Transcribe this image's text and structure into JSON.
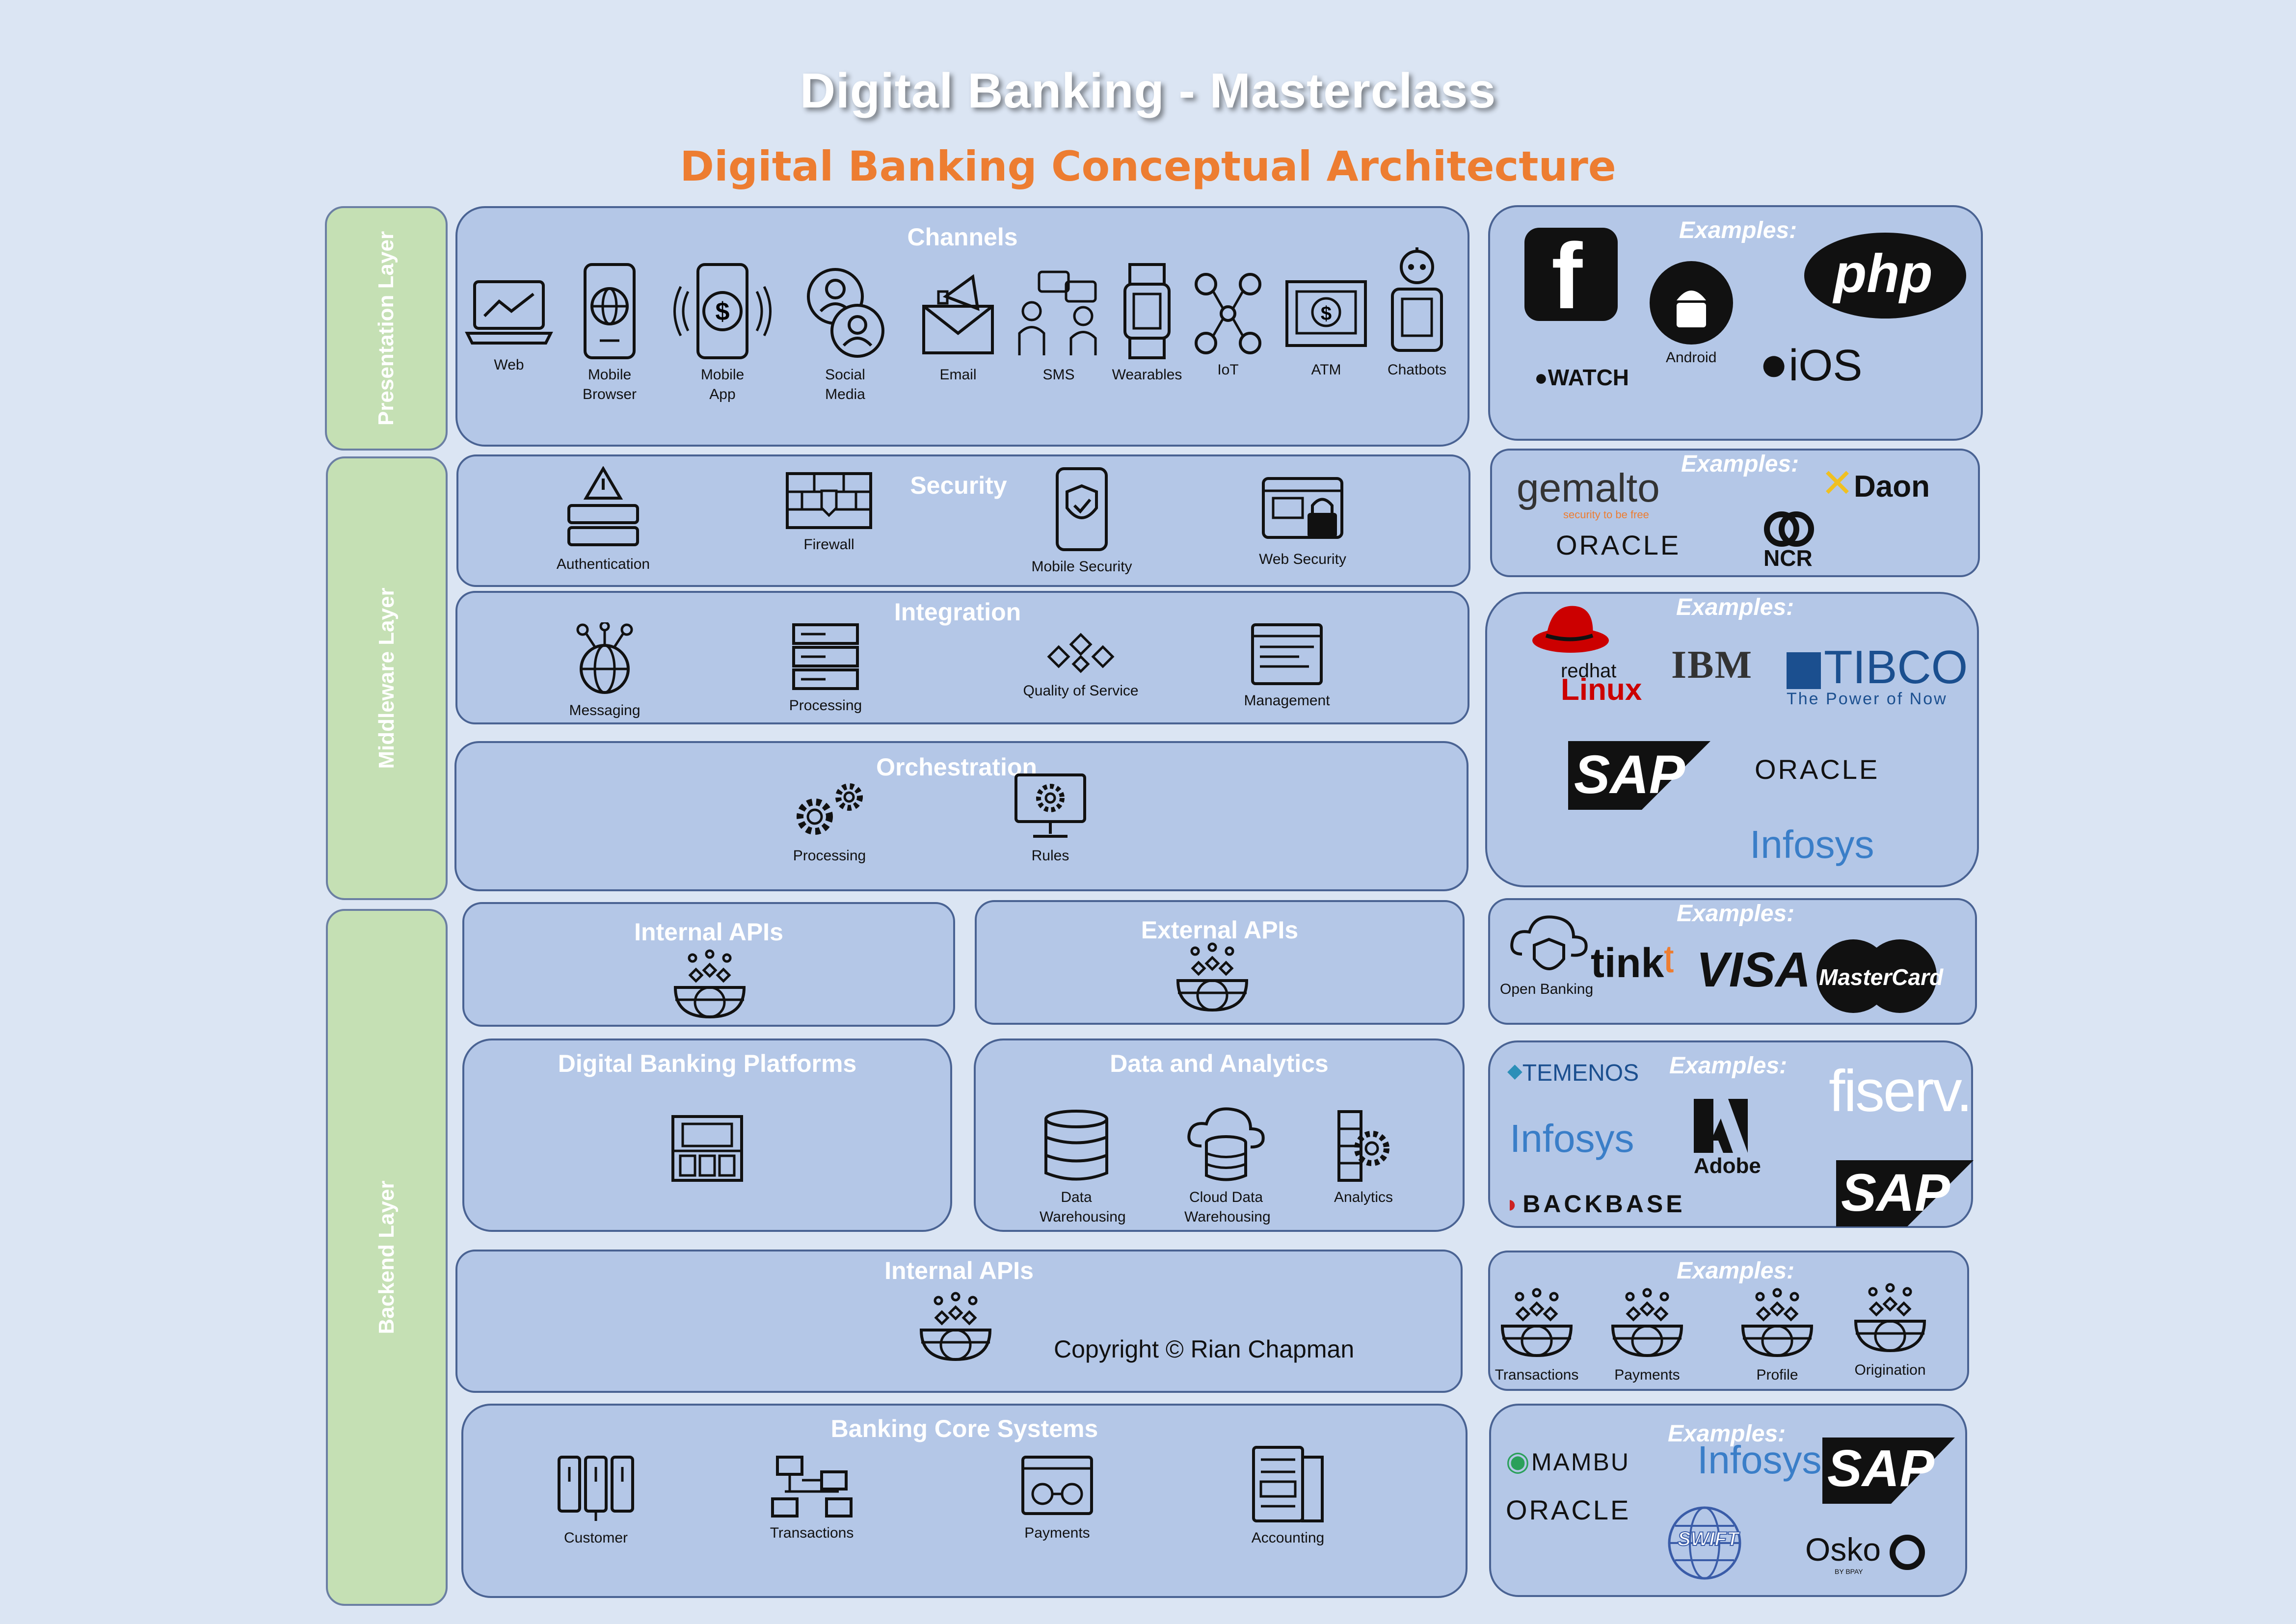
{
  "title": "Digital Banking - Masterclass",
  "subtitle": "Digital Banking Conceptual Architecture",
  "layers": {
    "presentation": "Presentation Layer",
    "middleware": "Middleware Layer",
    "backend": "Backend Layer"
  },
  "examples_label": "Examples:",
  "channels": {
    "title": "Channels",
    "items": [
      "Web",
      "Mobile Browser",
      "Mobile App",
      "Social Media",
      "Email",
      "SMS",
      "Wearables",
      "IoT",
      "ATM",
      "Chatbots"
    ]
  },
  "security": {
    "title": "Security",
    "items": [
      "Authentication",
      "Firewall",
      "Mobile Security",
      "Web Security"
    ]
  },
  "integration": {
    "title": "Integration",
    "items": [
      "Messaging",
      "Processing",
      "Quality of Service",
      "Management"
    ]
  },
  "orchestration": {
    "title": "Orchestration",
    "items": [
      "Processing",
      "Rules"
    ]
  },
  "internal_apis_1": {
    "title": "Internal APIs"
  },
  "external_apis": {
    "title": "External APIs"
  },
  "digital_banking_platforms": {
    "title": "Digital Banking Platforms"
  },
  "data_analytics": {
    "title": "Data and Analytics",
    "items": [
      "Data Warehousing",
      "Cloud Data Warehousing",
      "Analytics"
    ]
  },
  "internal_apis_2": {
    "title": "Internal APIs"
  },
  "copyright": "Copyright © Rian Chapman",
  "core_systems": {
    "title": "Banking Core Systems",
    "items": [
      "Customer",
      "Transactions",
      "Payments",
      "Accounting"
    ]
  },
  "examples": {
    "presentation": {
      "watch": "WATCH",
      "android": "Android",
      "php": "php",
      "ios": "iOS",
      "facebook": "f"
    },
    "security": {
      "gemalto": "gemalto",
      "gemalto_tag": "security to be free",
      "daon": "Daon",
      "oracle": "ORACLE",
      "ncr": "NCR"
    },
    "integration": {
      "redhat": "redhat",
      "linux": "Linux",
      "ibm": "IBM",
      "tibco": "TIBCO",
      "tibco_tag": "The Power of Now",
      "sap": "SAP",
      "oracle": "ORACLE",
      "infosys": "Infosys"
    },
    "apis": {
      "open_banking": "Open Banking",
      "tink": "tink",
      "visa": "VISA",
      "mastercard": "MasterCard"
    },
    "platforms": {
      "temenos": "TEMENOS",
      "fiserv": "fiserv.",
      "infosys": "Infosys",
      "adobe": "Adobe",
      "backbase": "BACKBASE",
      "sap": "SAP"
    },
    "internal": {
      "items": [
        "Transactions",
        "Payments",
        "Profile",
        "Origination"
      ]
    },
    "core": {
      "mambu": "MAMBU",
      "infosys": "Infosys",
      "sap": "SAP",
      "oracle": "ORACLE",
      "swift": "SWIFT",
      "osko": "Osko",
      "osko_tag": "BY BPAY"
    }
  },
  "colors": {
    "panel": "#b4c7e7",
    "layer": "#c5e0b4",
    "accent": "#ed7d31",
    "background": "#dbe5f3"
  }
}
